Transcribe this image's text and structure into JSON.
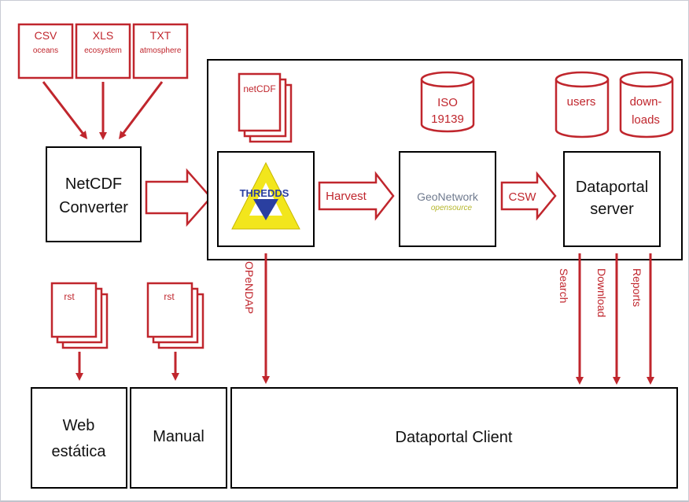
{
  "sources": [
    {
      "type": "CSV",
      "domain": "oceans"
    },
    {
      "type": "XLS",
      "domain": "ecosystem"
    },
    {
      "type": "TXT",
      "domain": "atmosphere"
    }
  ],
  "converter": {
    "line1": "NetCDF",
    "line2": "Converter"
  },
  "netcdf_docs_label": "netCDF",
  "thredds_label": "THREDDS",
  "harvest_label": "Harvest",
  "geonetwork": {
    "title": "GeoNetwork",
    "subtitle": "opensource"
  },
  "csw_label": "CSW",
  "iso_db": {
    "line1": "ISO",
    "line2": "19139"
  },
  "users_db": "users",
  "downloads_db": {
    "line1": "down-",
    "line2": "loads"
  },
  "dataportal_server": {
    "line1": "Dataportal",
    "line2": "server"
  },
  "opendap_label": "OPeNDAP",
  "vertical_labels": [
    "Search",
    "Download",
    "Reports"
  ],
  "rst_label": "rst",
  "web_estatica": {
    "line1": "Web",
    "line2": "estática"
  },
  "manual_label": "Manual",
  "dataportal_client": "Dataportal Client",
  "colors": {
    "red": "#c0262d",
    "thredds_yellow": "#f2e61c",
    "thredds_blue": "#2a3fa0"
  }
}
